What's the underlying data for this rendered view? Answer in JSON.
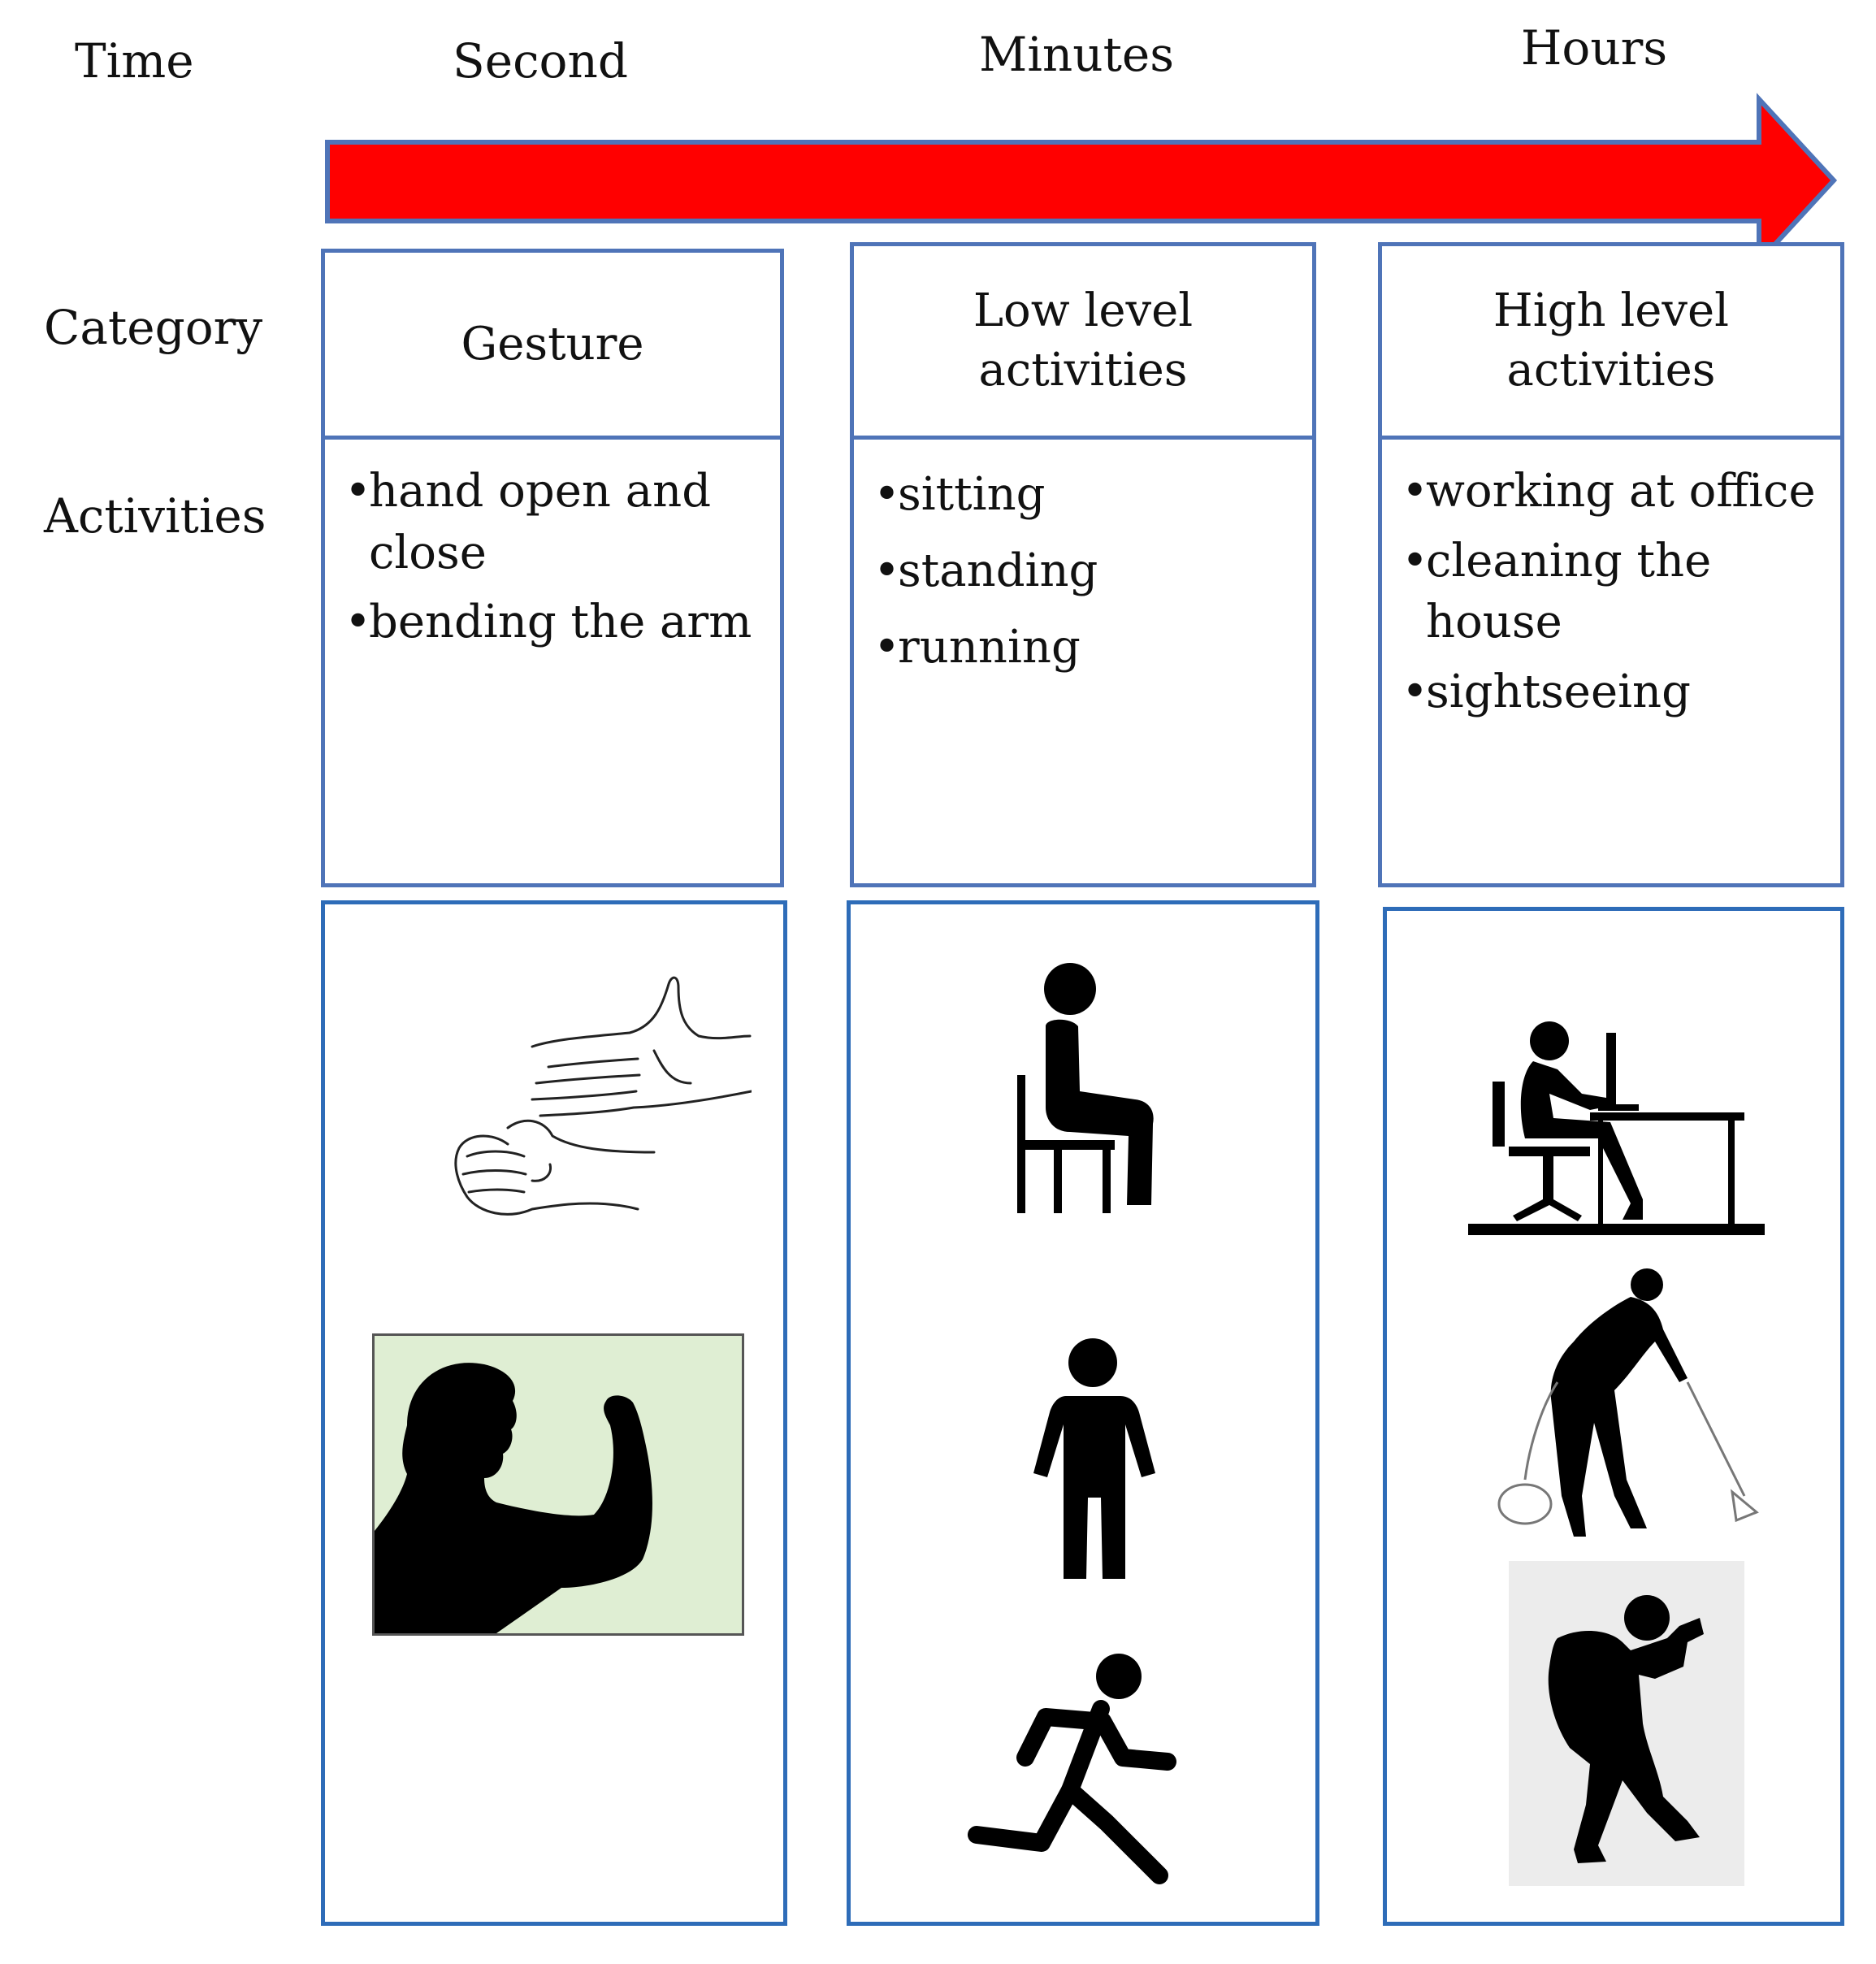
{
  "rows": {
    "time": "Time",
    "category": "Category",
    "activities": "Activities"
  },
  "timeline": [
    "Second",
    "Minutes",
    "Hours"
  ],
  "arrow_color": "#ff0000",
  "arrow_border_color": "#4f74b8",
  "columns": [
    {
      "category": "Gesture",
      "activities": [
        "hand open and close",
        "bending the arm"
      ],
      "icons": [
        "hand-gesture-icon",
        "flexing-arm-silhouette-icon"
      ]
    },
    {
      "category": "Low level activities",
      "activities": [
        "sitting",
        "standing",
        "running"
      ],
      "icons": [
        "sitting-person-icon",
        "standing-person-icon",
        "running-person-icon"
      ]
    },
    {
      "category": "High level activities",
      "activities": [
        "working at office",
        "cleaning the house",
        "sightseeing"
      ],
      "icons": [
        "office-worker-icon",
        "vacuum-cleaning-icon",
        "photographer-hiker-icon"
      ]
    }
  ]
}
